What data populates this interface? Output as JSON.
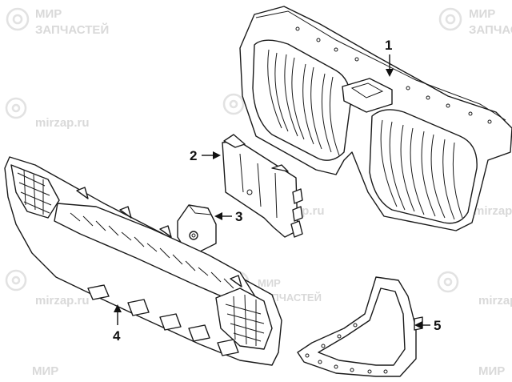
{
  "watermark": {
    "brand_line1": "МИР",
    "brand_line2": "ЗАПЧАСТЕЙ",
    "site": "mirzap.ru"
  },
  "callouts": [
    {
      "label": "1",
      "part": "upper grille"
    },
    {
      "label": "2",
      "part": "grille panel"
    },
    {
      "label": "3",
      "part": "bracket"
    },
    {
      "label": "4",
      "part": "lower grille"
    },
    {
      "label": "5",
      "part": "side trim"
    }
  ]
}
